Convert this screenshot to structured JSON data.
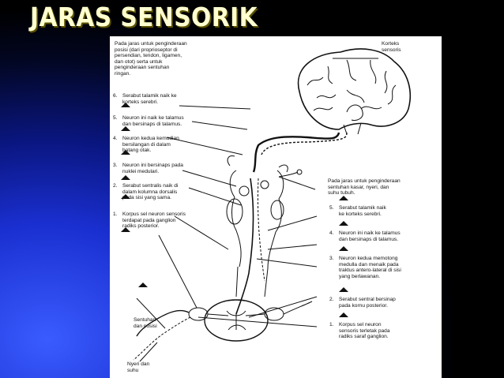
{
  "title": "JARAS SENSORIK",
  "colors": {
    "title": "#ffffd0",
    "panel": "#ffffff"
  },
  "left": {
    "intro": "Pada jaras untuk penginderaan\nposisi (dari proprioseptor di\npersendian, tendon, ligamen,\ndan otot) serta untuk\npenginderaan sentuhan\nringan.",
    "steps": [
      {
        "num": "6.",
        "text": "Serabut talamik naik ke\nkorteks serebri."
      },
      {
        "num": "5.",
        "text": "Neuron ini naik ke talamus\ndan bersinaps di talamus."
      },
      {
        "num": "4.",
        "text": "Neuron kedua kemudian\nbersilangan di dalam\nbatang otak."
      },
      {
        "num": "3.",
        "text": "Neuron ini bersinaps pada\nnuklei medulari."
      },
      {
        "num": "2.",
        "text": "Serabut sentralis naik di\ndalam kolumna dorsalis\npada sisi yang sama."
      },
      {
        "num": "1.",
        "text": "Korpus sel neuron sensoris\nterdapat pada ganglion\nradiks posterior."
      }
    ],
    "touch_label": "Sentuhan\ndan posisi",
    "pain_label": "Nyeri dan\nsuhu"
  },
  "right": {
    "cortex_label": "Korteks\nsensoris",
    "intro": "Pada jaras untuk penginderaan\nsentuhan kasar, nyeri, dan\nsuhu tubuh.",
    "steps": [
      {
        "num": "5.",
        "text": "Serabut talamik naik\nke korteks serebri."
      },
      {
        "num": "4.",
        "text": "Neuron ini naik ke talamus\ndan bersinaps di talamus."
      },
      {
        "num": "3.",
        "text": "Neuron kedua memotong\nmedulla dan menaik pada\ntraktus antero-lateral di sisi\nyang berlawanan."
      },
      {
        "num": "2.",
        "text": "Serabut sentral bersinap\npada kornu posterior."
      },
      {
        "num": "1.",
        "text": "Korpus sel neuron\nsensoris terletak pada\nradiks saraf ganglion."
      }
    ]
  }
}
